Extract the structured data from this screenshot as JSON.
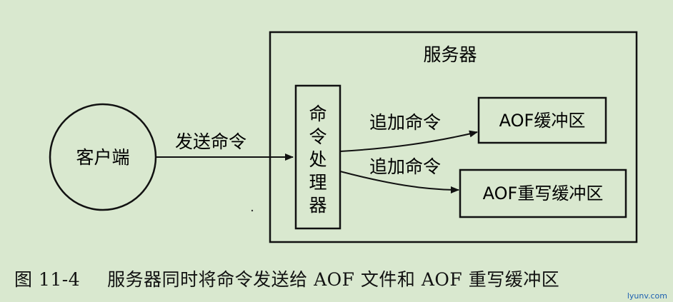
{
  "diagram": {
    "client_label": "客户端",
    "send_label": "发送命令",
    "server_label": "服务器",
    "processor_label": [
      "命",
      "令",
      "处",
      "理",
      "器"
    ],
    "append_label_1": "追加命令",
    "append_label_2": "追加命令",
    "aof_buffer_label": "AOF缓冲区",
    "aof_rewrite_buffer_label": "AOF重写缓冲区"
  },
  "caption": {
    "number": "图 11-4",
    "text": "服务器同时将命令发送给 AOF 文件和 AOF 重写缓冲区"
  },
  "watermark": {
    "text": "lyunv.com"
  },
  "colors": {
    "background": "#d9e8cf",
    "stroke": "#111111"
  }
}
